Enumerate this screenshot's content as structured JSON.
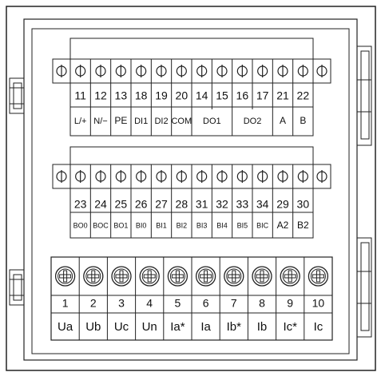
{
  "top_block": {
    "numbers": [
      "11",
      "12",
      "13",
      "18",
      "19",
      "20",
      "14",
      "15",
      "16",
      "17",
      "21",
      "22"
    ],
    "labels": [
      {
        "text": "L/+",
        "span": 1
      },
      {
        "text": "N/−",
        "span": 1
      },
      {
        "text": "PE",
        "span": 1
      },
      {
        "text": "DI1",
        "span": 1
      },
      {
        "text": "DI2",
        "span": 1
      },
      {
        "text": "COM",
        "span": 1
      },
      {
        "text": "DO1",
        "span": 2
      },
      {
        "text": "DO2",
        "span": 2
      },
      {
        "text": "A",
        "span": 1
      },
      {
        "text": "B",
        "span": 1
      }
    ]
  },
  "middle_block": {
    "numbers": [
      "23",
      "24",
      "25",
      "26",
      "27",
      "28",
      "31",
      "32",
      "33",
      "34",
      "29",
      "30"
    ],
    "labels": [
      {
        "text": "BO0",
        "span": 1
      },
      {
        "text": "BOC",
        "span": 1
      },
      {
        "text": "BO1",
        "span": 1
      },
      {
        "text": "BI0",
        "span": 1
      },
      {
        "text": "BI1",
        "span": 1
      },
      {
        "text": "BI2",
        "span": 1
      },
      {
        "text": "BI3",
        "span": 1
      },
      {
        "text": "BI4",
        "span": 1
      },
      {
        "text": "BI5",
        "span": 1
      },
      {
        "text": "BIC",
        "span": 1
      },
      {
        "text": "A2",
        "span": 1
      },
      {
        "text": "B2",
        "span": 1
      }
    ]
  },
  "bottom_block": {
    "numbers": [
      "1",
      "2",
      "3",
      "4",
      "5",
      "6",
      "7",
      "8",
      "9",
      "10"
    ],
    "labels": [
      "Ua",
      "Ub",
      "Uc",
      "Un",
      "Ia*",
      "Ia",
      "Ib*",
      "Ib",
      "Ic*",
      "Ic"
    ]
  }
}
